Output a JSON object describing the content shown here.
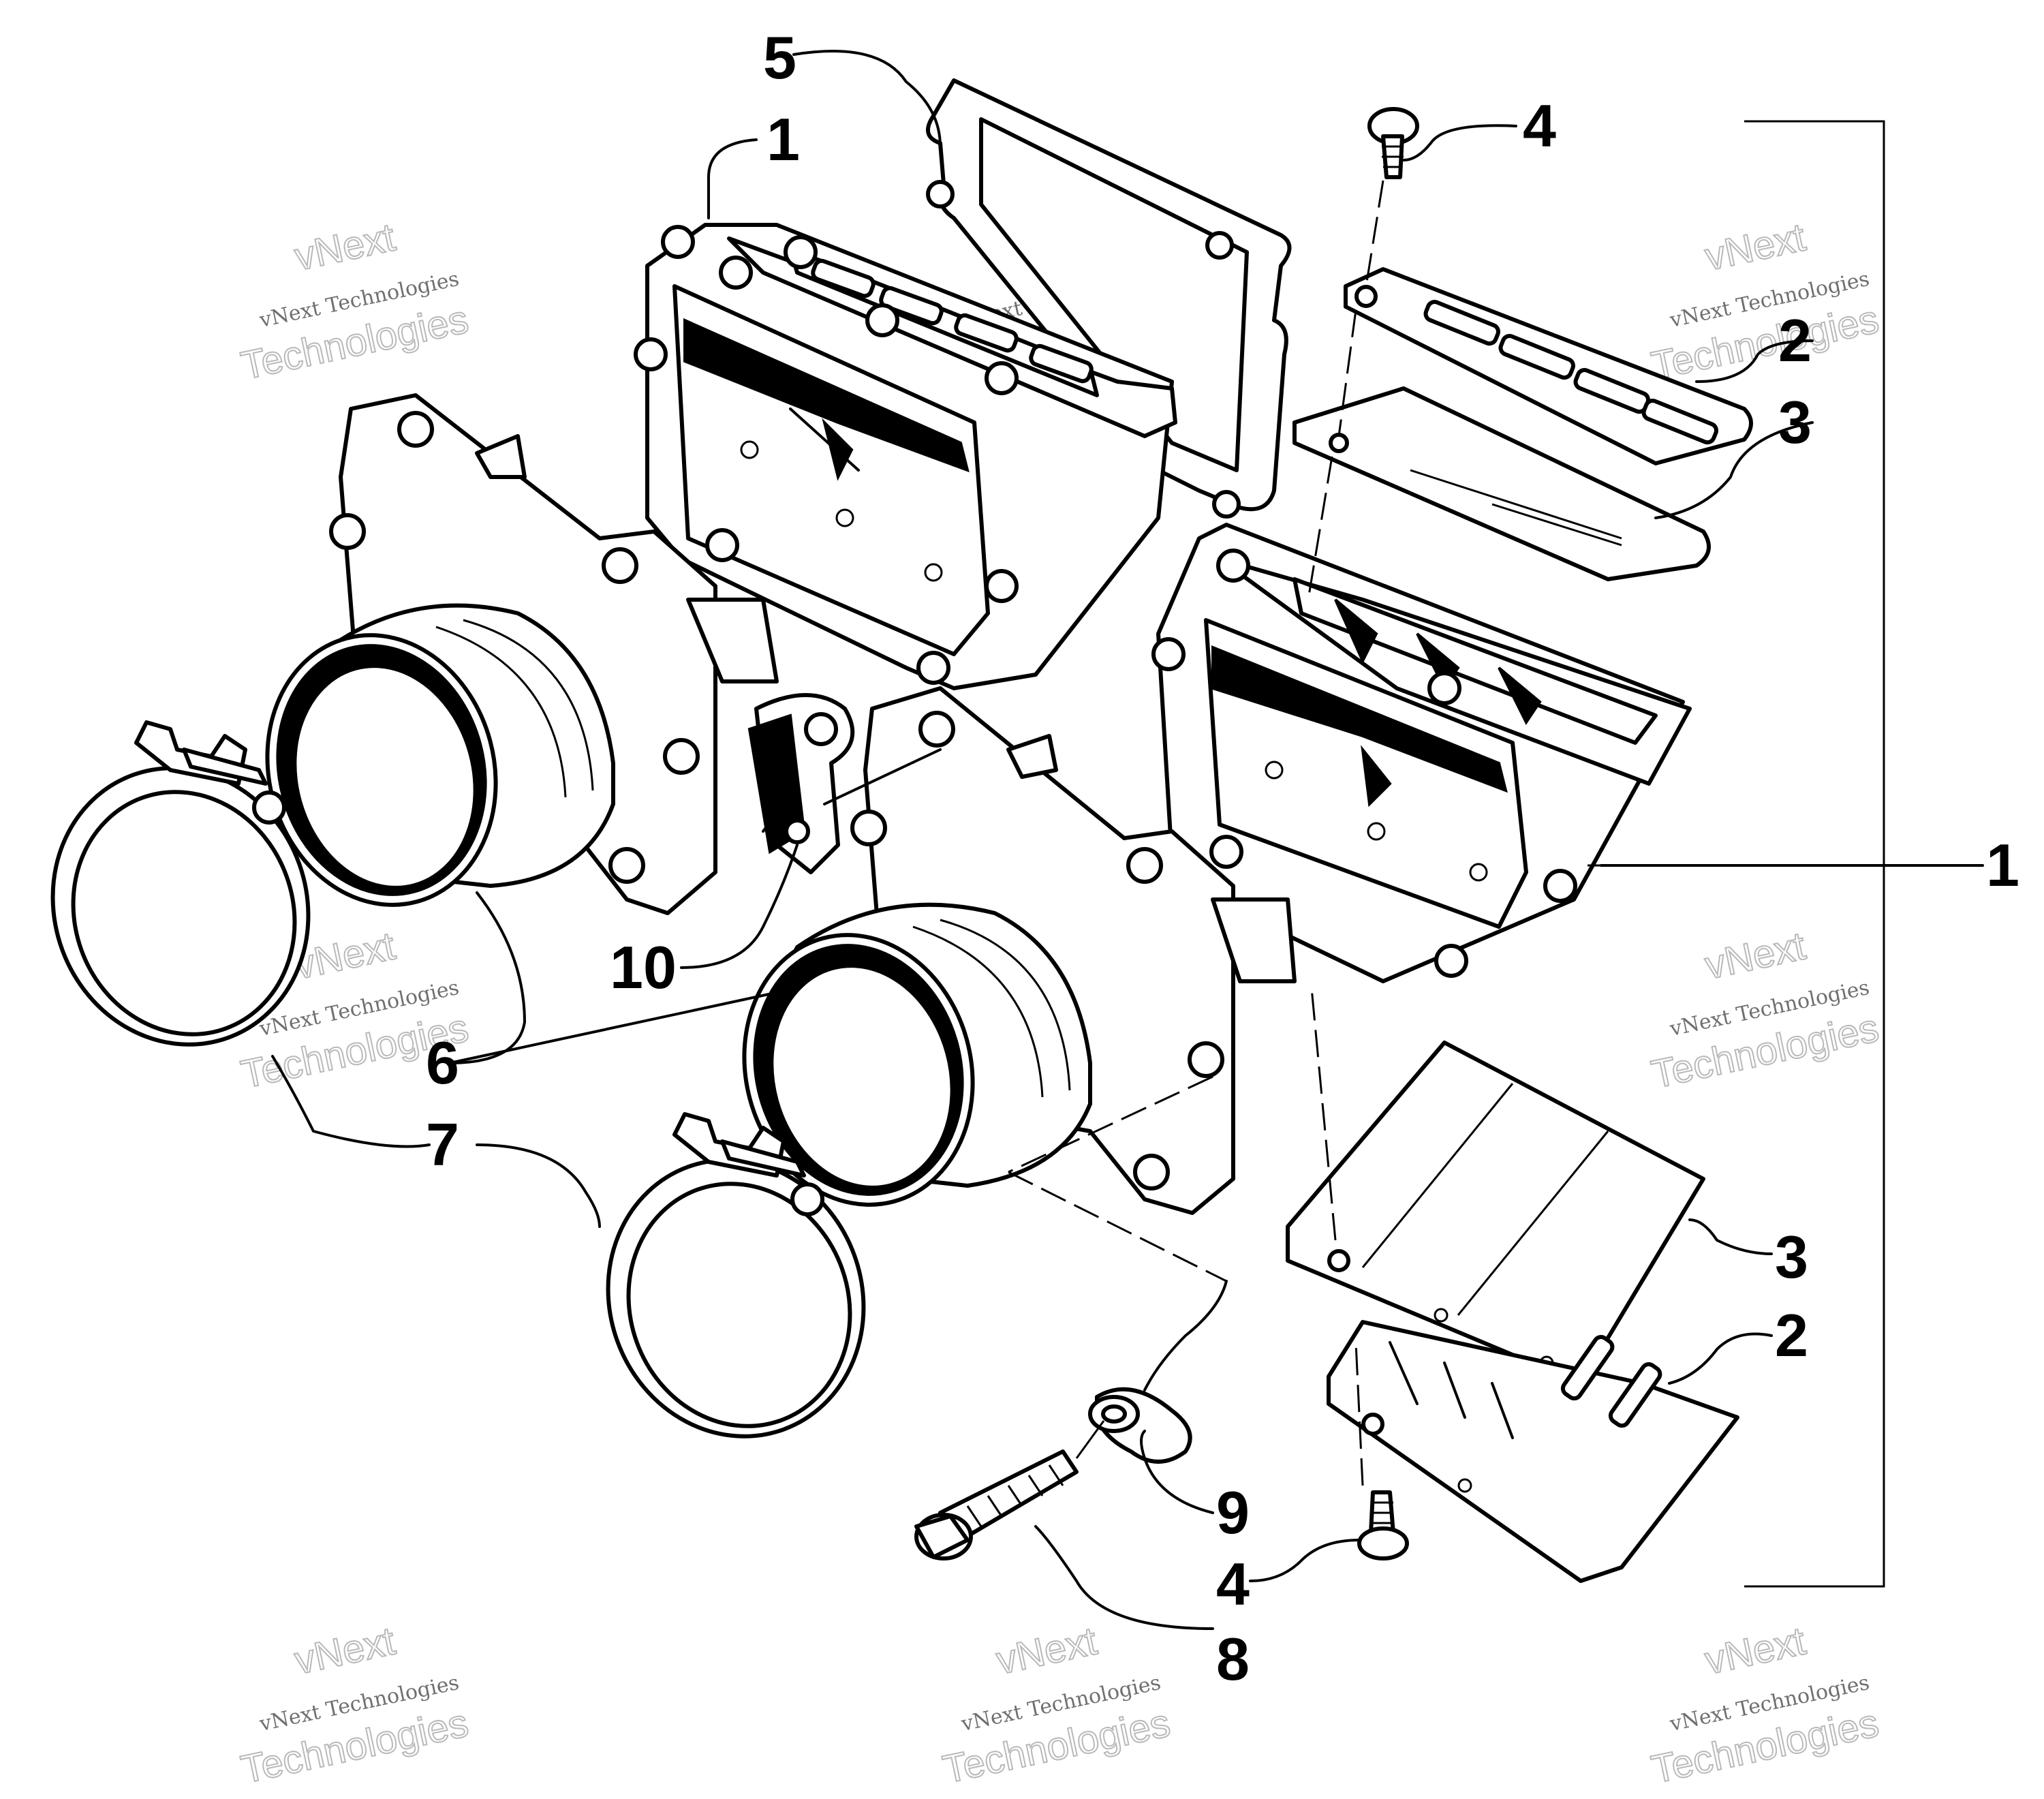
{
  "callouts": [
    {
      "id": "5",
      "text": "5"
    },
    {
      "id": "1-top",
      "text": "1"
    },
    {
      "id": "4-top",
      "text": "4"
    },
    {
      "id": "2-top",
      "text": "2"
    },
    {
      "id": "3-top",
      "text": "3"
    },
    {
      "id": "1-right",
      "text": "1"
    },
    {
      "id": "10",
      "text": "10"
    },
    {
      "id": "6",
      "text": "6"
    },
    {
      "id": "7",
      "text": "7"
    },
    {
      "id": "3-bottom",
      "text": "3"
    },
    {
      "id": "2-bottom",
      "text": "2"
    },
    {
      "id": "9",
      "text": "9"
    },
    {
      "id": "4-bottom",
      "text": "4"
    },
    {
      "id": "8",
      "text": "8"
    }
  ],
  "watermark": {
    "line1": "vNext",
    "line2": "vNext Technologies",
    "line3": "Technologies"
  }
}
